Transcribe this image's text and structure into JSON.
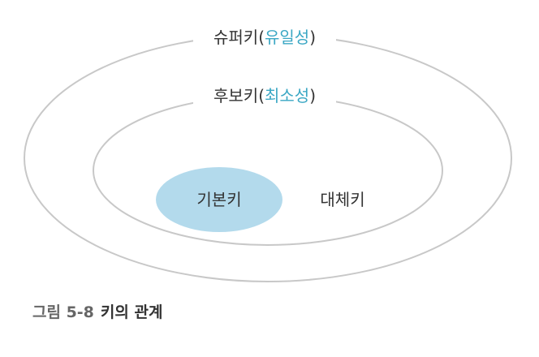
{
  "diagram": {
    "super_key": {
      "name": "슈퍼키",
      "paren_open": "(",
      "property": "유일성",
      "paren_close": ")"
    },
    "candidate_key": {
      "name": "후보키",
      "paren_open": "(",
      "property": "최소성",
      "paren_close": ")"
    },
    "primary_key": "기본키",
    "alternate_key": "대체키"
  },
  "caption": {
    "number": "그림 5-8",
    "title": "키의 관계"
  },
  "colors": {
    "outline": "#c8c8c8",
    "primary_fill": "#b3daec",
    "accent_text": "#3aa7c4",
    "body_text": "#333333",
    "caption_text": "#666666"
  }
}
